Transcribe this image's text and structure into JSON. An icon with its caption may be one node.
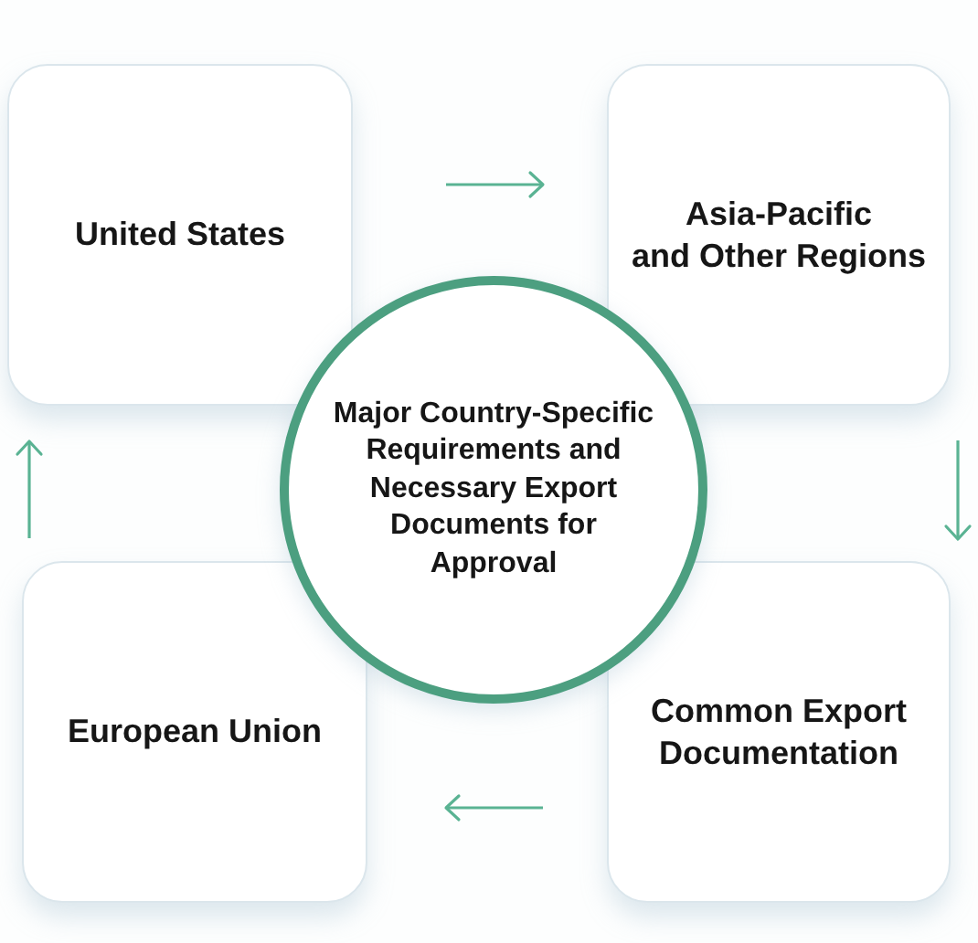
{
  "diagram": {
    "nodes": [
      {
        "text": [
          "United States"
        ]
      },
      {
        "text": [
          "Asia-Pacific and Other Regions"
        ]
      },
      {
        "text": [
          "Major Country-Specific Requirements and Necessary Export Documents for Approval"
        ]
      },
      {
        "text": [
          "European Union"
        ]
      },
      {
        "text": [
          "Common Export Documentation"
        ]
      }
    ],
    "edges": [
      {
        "from": 0,
        "to": 1,
        "arrow": "to"
      },
      {
        "from": 1,
        "to": 4,
        "arrow": "to"
      },
      {
        "from": 4,
        "to": 3,
        "arrow": "to"
      },
      {
        "from": 3,
        "to": 0,
        "arrow": "to"
      }
    ]
  }
}
